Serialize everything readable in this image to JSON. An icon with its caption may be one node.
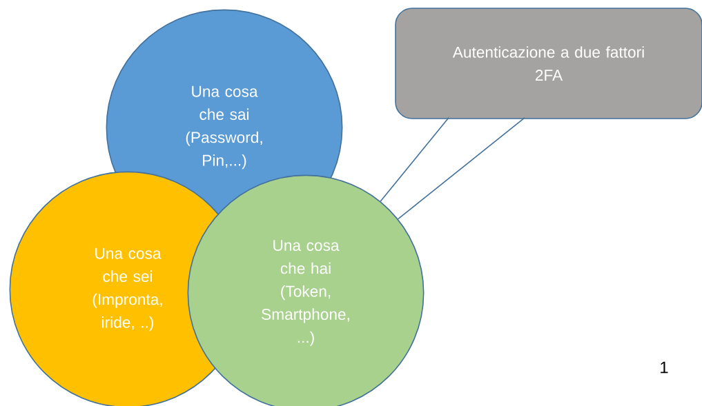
{
  "diagram": {
    "nodes": [
      {
        "text": [
          "Una cosa che sai",
          "(Password, Pin,...)"
        ]
      },
      {
        "text": [
          "Una cosa che sei",
          "(Impronta, iride, ..)"
        ]
      },
      {
        "text": [
          "Una cosa che hai",
          "(Token, Smartphone, ...)"
        ]
      },
      {
        "text": [
          "Autenticazione a due fattori",
          "2FA"
        ]
      }
    ],
    "edges": [
      {
        "from": 3,
        "to": 2,
        "arrow": "none"
      }
    ],
    "labels": [
      "1"
    ]
  }
}
